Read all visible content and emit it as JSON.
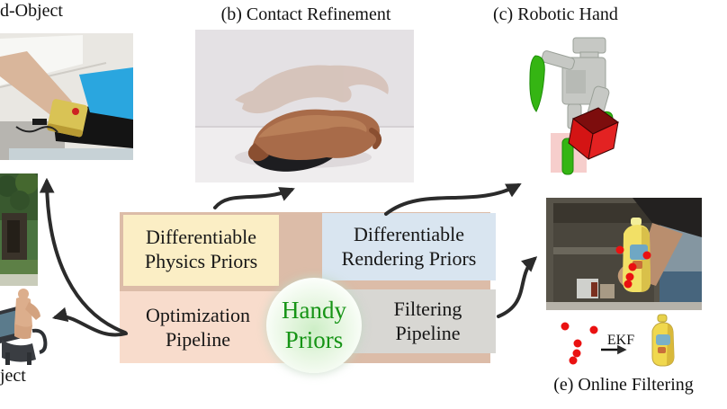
{
  "labels": {
    "a_partial": "d-Object",
    "b": "(b) Contact Refinement",
    "c": "(c) Robotic Hand",
    "d_partial": "ject",
    "e": "(e) Online Filtering"
  },
  "center": {
    "physics": {
      "line1": "Differentiable",
      "line2": "Physics Priors"
    },
    "rendering": {
      "line1": "Differentiable",
      "line2": "Rendering Priors"
    },
    "optimization": {
      "line1": "Optimization",
      "line2": "Pipeline"
    },
    "filtering": {
      "line1": "Filtering",
      "line2": "Pipeline"
    },
    "core": {
      "line1": "Handy",
      "line2": "Priors"
    }
  },
  "annotations": {
    "ekf": "EKF"
  },
  "colors": {
    "physics-box": "#fbeec5",
    "rendering-box": "#d9e5f0",
    "optimization-box": "#f8dccc",
    "filtering-box": "#d8d7d3",
    "backdrop": "#dcbca8",
    "core-text": "#169416",
    "arrow": "#2b2b2b",
    "keypoint": "#ea1111"
  }
}
